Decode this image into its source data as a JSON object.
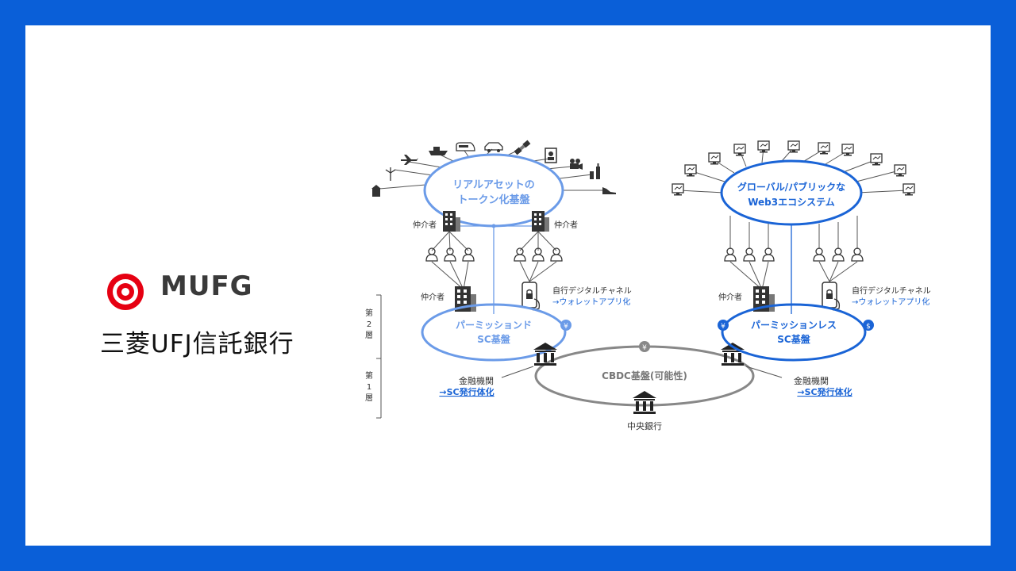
{
  "logo": {
    "brand": "MUFG",
    "subsidiary": "三菱UFJ信託銀行",
    "brand_color": "#e60012"
  },
  "diagram": {
    "real_asset": {
      "line1": "リアルアセットの",
      "line2": "トークン化基盤"
    },
    "web3": {
      "line1": "グローバル/パブリックな",
      "line2": "Web3エコシステム"
    },
    "permissioned": {
      "line1": "パーミッションド",
      "line2": "SC基盤"
    },
    "permissionless": {
      "line1": "パーミッションレス",
      "line2": "SC基盤"
    },
    "cbdc": "CBDC基盤(可能性)",
    "central_bank": "中央銀行",
    "intermediary": "仲介者",
    "channel_line1": "自行デジタルチャネル",
    "channel_line2": "→ウォレットアプリ化",
    "fi_line1": "金融機関",
    "fi_line2": "→SC発行体化",
    "layer2": [
      "第",
      "2",
      "層"
    ],
    "layer1": [
      "第",
      "1",
      "層"
    ],
    "yen": "¥",
    "dollar": "$",
    "colors": {
      "light_blue": "#6b9be8",
      "dark_blue": "#1a64d6",
      "gray": "#777777",
      "link_blue": "#1a64d6"
    }
  }
}
